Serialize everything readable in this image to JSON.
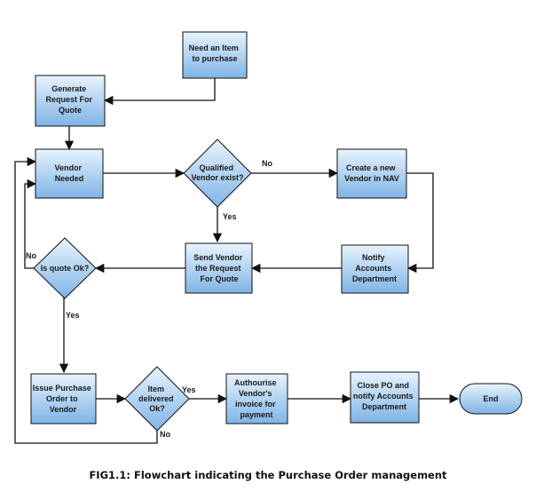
{
  "nodes": [
    {
      "id": "need",
      "shape": "rect",
      "lines": [
        "Need an Item",
        "to purchase"
      ]
    },
    {
      "id": "rfq",
      "shape": "rect",
      "lines": [
        "Generate",
        "Request For",
        "Quote"
      ]
    },
    {
      "id": "vendor-needed",
      "shape": "rect",
      "lines": [
        "Vendor",
        "Needed"
      ]
    },
    {
      "id": "qualified",
      "shape": "diamond",
      "lines": [
        "Qualified",
        "Vendor exist?"
      ]
    },
    {
      "id": "create-vendor",
      "shape": "rect",
      "lines": [
        "Create a new",
        "Vendor in NAV"
      ]
    },
    {
      "id": "notify",
      "shape": "rect",
      "lines": [
        "Notify",
        "Accounts",
        "Department"
      ]
    },
    {
      "id": "send-request",
      "shape": "rect",
      "lines": [
        "Send Vendor",
        "the  Request",
        "For Quote"
      ]
    },
    {
      "id": "quote-ok",
      "shape": "diamond",
      "lines": [
        "Is quote Ok?"
      ]
    },
    {
      "id": "issue-po",
      "shape": "rect",
      "lines": [
        "Issue Purchase",
        "Order to",
        "Vendor"
      ]
    },
    {
      "id": "item-delivered",
      "shape": "diamond",
      "lines": [
        "Item",
        "delivered",
        "Ok?"
      ]
    },
    {
      "id": "authorise",
      "shape": "rect",
      "lines": [
        "Authourise",
        "Vendor's",
        "invoice for",
        "payment"
      ]
    },
    {
      "id": "close-po",
      "shape": "rect",
      "lines": [
        "Close PO and",
        "notify Accounts",
        "Department"
      ]
    },
    {
      "id": "end",
      "shape": "terminal",
      "lines": [
        "End"
      ]
    }
  ],
  "edge_labels": {
    "qualified_no": "No",
    "qualified_yes": "Yes",
    "quote_no": "No",
    "quote_yes": "Yes",
    "delivered_yes": "Yes",
    "delivered_no": "No"
  },
  "caption": "FIG1.1:  Flowchart indicating the Purchase Order management",
  "colors": {
    "fill_top": "#e8f3fd",
    "fill_bottom": "#7fb4e6",
    "stroke": "#111111",
    "text": "#1a1a1a"
  }
}
